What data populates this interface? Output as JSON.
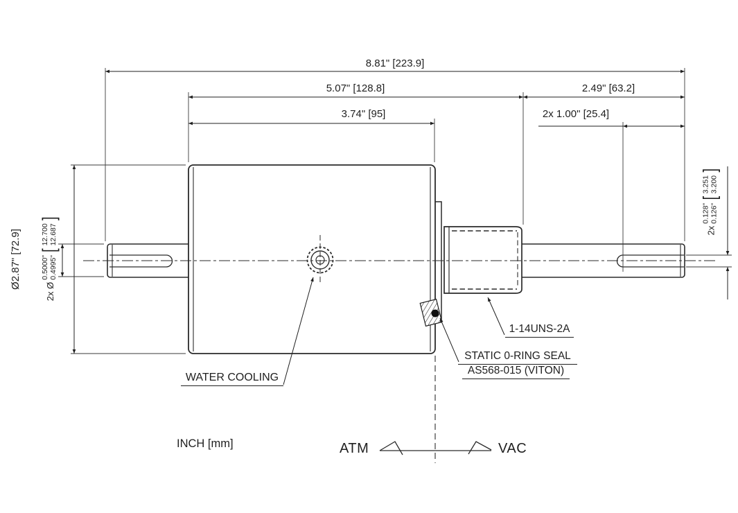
{
  "drawing": {
    "title_hint": "rotary feedthrough dimensional drawing",
    "colors": {
      "line": "#1f1f1f",
      "background": "#ffffff"
    },
    "units_note": "INCH [mm]",
    "dims": {
      "overall": "8.81\" [223.9]",
      "mid_section": "5.07\" [128.8]",
      "right_section": "2.49\" [63.2]",
      "body_length": "3.74\" [95]",
      "keyway_length": "2x 1.00\" [25.4]",
      "body_diameter": "Ø2.87\" [72.9]",
      "shaft_diameter": {
        "prefix": "2x Ø",
        "upper": "0.5000\"",
        "lower": "0.4995\"",
        "bracket_open": "[",
        "bracket_close": "]",
        "mm_upper": "12.700",
        "mm_lower": "12.687"
      },
      "keyway_width": {
        "prefix": "2x",
        "upper": "0.128\"",
        "lower": "0.126\"",
        "bracket_open": "[",
        "bracket_close": "]",
        "mm_upper": "3.251",
        "mm_lower": "3.200"
      }
    },
    "labels": {
      "water_cooling": "WATER COOLING",
      "thread": "1-14UNS-2A",
      "oring_line1": "STATIC 0-RING SEAL",
      "oring_line2": "AS568-015 (VITON)",
      "atm": "ATM",
      "vac": "VAC"
    }
  }
}
